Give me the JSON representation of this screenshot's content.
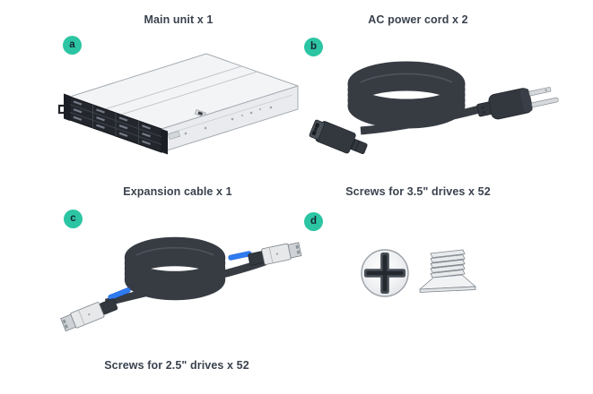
{
  "figure": {
    "name": "package-contents",
    "background": "#ffffff"
  },
  "colors": {
    "badge_bg": "#2cc5a3",
    "badge_text": "#17252f",
    "title_text": "#3a424e",
    "cable_dark": "#373c43",
    "cable_hi": "#4d535c",
    "blue_tab": "#2f7bf0",
    "metal_light": "#e6e8ea",
    "page_bg": "#ffffff"
  },
  "items": [
    {
      "badge": "a",
      "title": "Main unit x 1",
      "illustration": "rack-server"
    },
    {
      "badge": "b",
      "title": "AC power cord x 2",
      "illustration": "ac-power-cord"
    },
    {
      "badge": "c",
      "title": "Expansion cable x 1",
      "illustration": "expansion-cable"
    },
    {
      "badge": "d",
      "title": "Screws for 3.5\" drives x 52",
      "illustration": "screws"
    },
    {
      "badge": null,
      "title": "Screws for 2.5\" drives x 52",
      "illustration": null
    }
  ]
}
